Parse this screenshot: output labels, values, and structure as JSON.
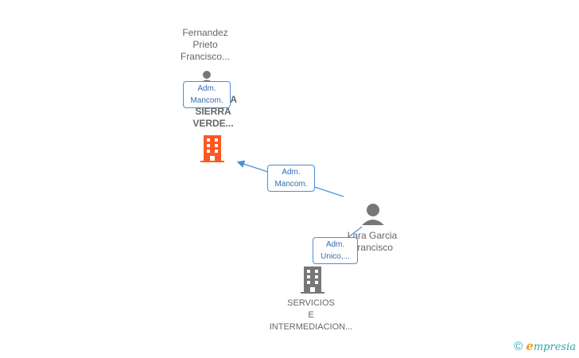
{
  "nodes": {
    "person_fernandez": {
      "lines": [
        "Fernandez",
        "Prieto",
        "Francisco..."
      ]
    },
    "company_top": {
      "lines": [
        "...A",
        "SIERRA",
        "VERDE..."
      ],
      "color": "#ff5722"
    },
    "person_lara": {
      "lines": [
        "Lara Garcia",
        "Francisco"
      ]
    },
    "company_bottom": {
      "lines": [
        "SERVICIOS",
        "E",
        "INTERMEDIACION..."
      ],
      "color": "#777777"
    }
  },
  "edges": {
    "fernandez_to_top": {
      "label_lines": [
        "Adm.",
        "Mancom."
      ]
    },
    "lara_to_top": {
      "label_lines": [
        "Adm.",
        "Mancom."
      ]
    },
    "lara_to_bottom": {
      "label_lines": [
        "Adm.",
        "Unico,..."
      ]
    }
  },
  "brand": {
    "copyright": "©",
    "name_initial": "e",
    "name_rest": "mpresia"
  },
  "colors": {
    "edge": "#4a8fd6",
    "person": "#777777"
  }
}
